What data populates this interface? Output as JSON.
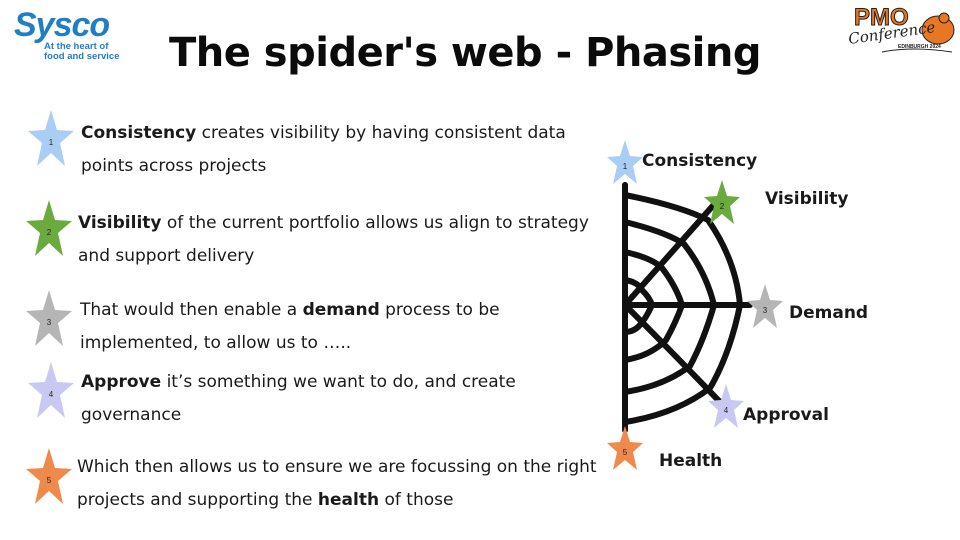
{
  "logos": {
    "left_brand": "Sysco",
    "left_tagline_1": "At the heart of",
    "left_tagline_2": "food and service",
    "right_pmo": "PMO",
    "right_conference": "Conference",
    "right_city": "EDINBURGH 2024"
  },
  "title": "The spider's web - Phasing",
  "items": [
    {
      "number": "1",
      "bold": "Consistency",
      "text_after": " creates visibility by having consistent data points across projects",
      "text_before": "",
      "color": "#a9cdf5"
    },
    {
      "number": "2",
      "bold": "Visibility",
      "text_after": " of the current portfolio allows us align to strategy and support delivery",
      "text_before": "",
      "color": "#6aaa3e"
    },
    {
      "number": "3",
      "text_before": "That would then enable a ",
      "bold": "demand",
      "text_after": " process to be implemented, to allow us to …..",
      "color": "#b5b5b5"
    },
    {
      "number": "4",
      "bold": "Approve",
      "text_after": " it’s something we want to do, and create governance",
      "text_before": "",
      "color": "#c8c8f2"
    },
    {
      "number": "5",
      "text_before": "Which then allows us to ensure we are focussing on the right projects and supporting the ",
      "bold": "health",
      "text_after": " of those",
      "color": "#ef8a4c"
    }
  ],
  "web_labels": {
    "consistency": "Consistency",
    "visibility": "Visibility",
    "demand": "Demand",
    "approval": "Approval",
    "health": "Health"
  },
  "web_star_numbers": [
    "1",
    "2",
    "3",
    "4",
    "5"
  ]
}
